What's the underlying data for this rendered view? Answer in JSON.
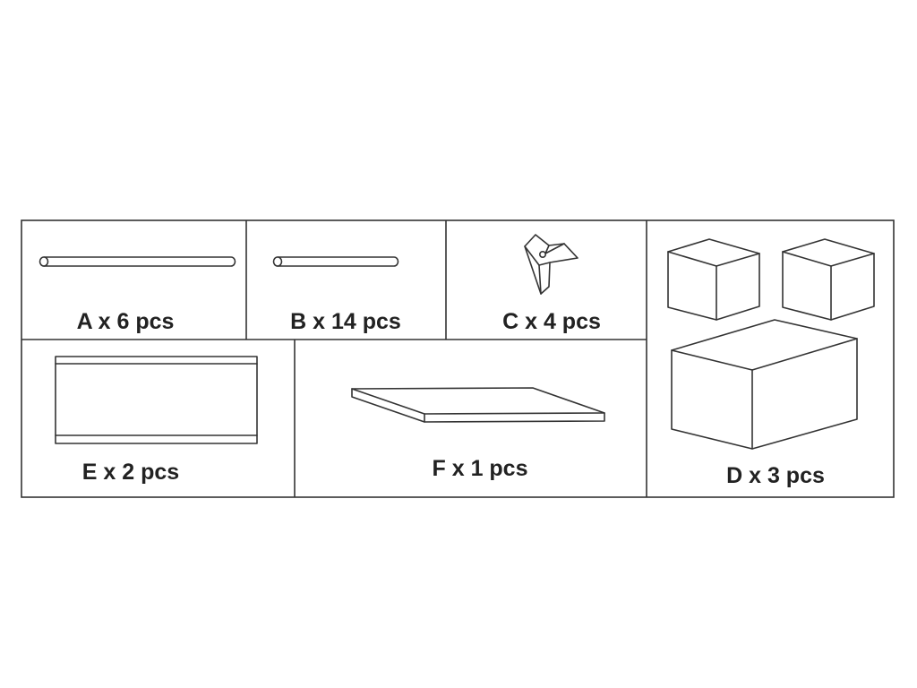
{
  "parts": {
    "a": {
      "label": "A x 6 pcs",
      "icon": "long-rod-icon"
    },
    "b": {
      "label": "B x 14 pcs",
      "icon": "short-rod-icon"
    },
    "c": {
      "label": "C x 4 pcs",
      "icon": "three-way-connector-icon"
    },
    "d": {
      "label": "D x 3 pcs",
      "icon": "storage-box-icon"
    },
    "e": {
      "label": "E x 2 pcs",
      "icon": "side-panel-icon"
    },
    "f": {
      "label": "F x 1 pcs",
      "icon": "flat-board-icon"
    }
  },
  "colors": {
    "line": "#333333",
    "background": "#ffffff",
    "text": "#222222"
  }
}
